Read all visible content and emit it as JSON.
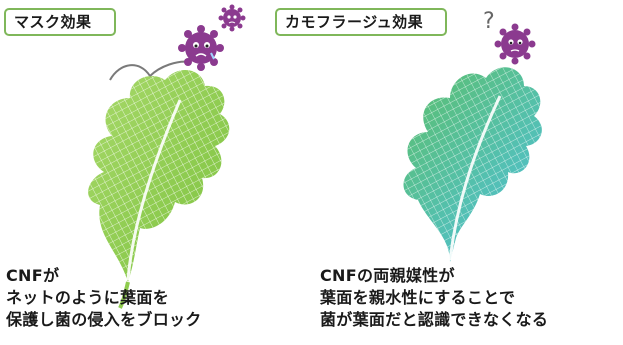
{
  "left_panel": {
    "title": "マスク効果",
    "caption_lines": [
      "CNFが",
      "ネットのように葉面を",
      "保護し菌の侵入をブロック"
    ],
    "leaf_color": "#8fcc4e",
    "net_color": "#7a7a7a",
    "germ_color": "#8b3a8f",
    "accent_color": "#7fb75a"
  },
  "right_panel": {
    "title": "カモフラージュ効果",
    "caption_lines": [
      "CNFの両親媒性が",
      "葉面を親水性にすることで",
      "菌が葉面だと認識できなくなる"
    ],
    "leaf_gradient": [
      "#5cbf6a",
      "#4fc0d8"
    ],
    "germ_color": "#8b3a8f"
  }
}
